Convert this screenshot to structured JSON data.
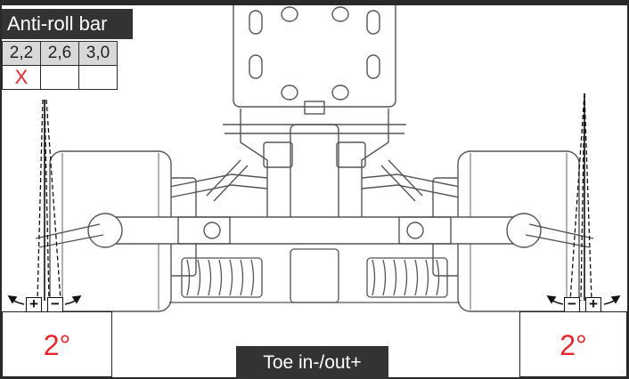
{
  "anti_roll_bar": {
    "title": "Anti-roll bar",
    "options": [
      "2,2",
      "2,6",
      "3,0"
    ],
    "selected_marks": [
      "X",
      "",
      ""
    ]
  },
  "angles": {
    "left": "2°",
    "right": "2°"
  },
  "toe_label": "Toe in-/out+",
  "adjust_symbols": {
    "left_plus": "+",
    "left_minus": "−",
    "right_minus": "−",
    "right_plus": "+"
  },
  "colors": {
    "accent_red": "#e3262f",
    "label_bg": "#333333"
  }
}
